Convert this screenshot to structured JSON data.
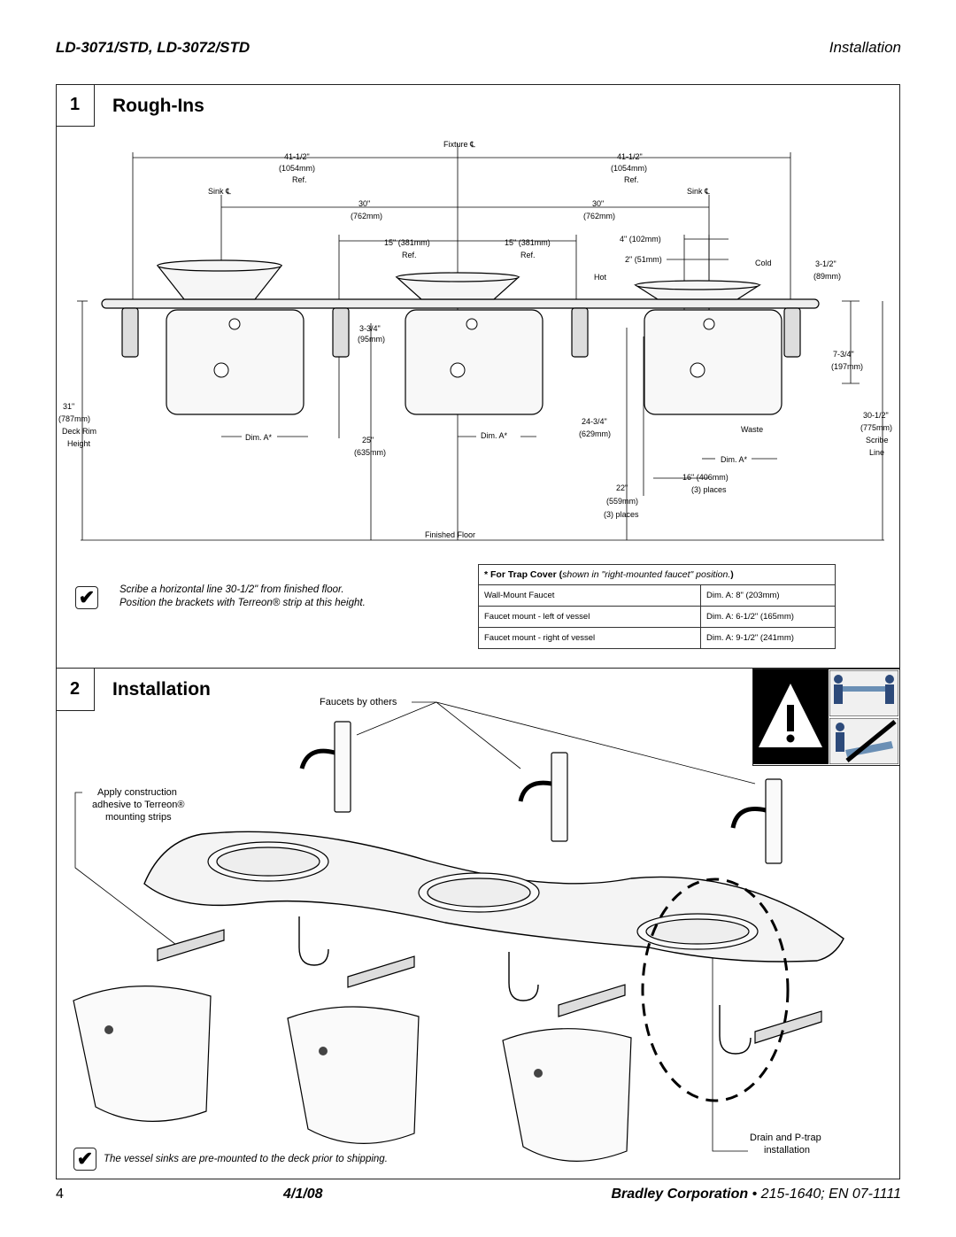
{
  "header": {
    "model": "LD-3071/STD, LD-3072/STD",
    "section": "Installation"
  },
  "section1": {
    "number": "1",
    "title": "Rough-Ins",
    "labels": {
      "fixture_cl": "Fixture ℄",
      "sink_cl_left": "Sink ℄",
      "sink_cl_right": "Sink ℄",
      "d1": "41-1/2\"",
      "d1mm": "(1054mm)",
      "d1ref": "Ref.",
      "d2": "41-1/2\"",
      "d2mm": "(1054mm)",
      "d2ref": "Ref.",
      "d3": "30\"",
      "d3mm": "(762mm)",
      "d4": "30\"",
      "d4mm": "(762mm)",
      "d5": "15\" (381mm)",
      "d5ref": "Ref.",
      "d6": "15\" (381mm)",
      "d6ref": "Ref.",
      "d7": "4\" (102mm)",
      "d8": "2\" (51mm)",
      "hot": "Hot",
      "cold": "Cold",
      "d9": "3-1/2\"",
      "d9mm": "(89mm)",
      "d10": "3-3/4\"",
      "d10mm": "(95mm)",
      "d11": "7-3/4\"",
      "d11mm": "(197mm)",
      "d12a": "31\"",
      "d12b": "(787mm)",
      "d12c": "Deck Rim",
      "d12d": "Height",
      "dimA1": "Dim. A*",
      "dimA2": "Dim. A*",
      "dimA3": "Dim. A*",
      "d13": "25\"",
      "d13mm": "(635mm)",
      "d14": "24-3/4\"",
      "d14mm": "(629mm)",
      "waste": "Waste",
      "d15": "30-1/2\"",
      "d15mm": "(775mm)",
      "d15a": "Scribe",
      "d15b": "Line",
      "d16": "16\" (406mm)",
      "d16b": "(3) places",
      "d17": "22\"",
      "d17mm": "(559mm)",
      "d17b": "(3) places",
      "floor": "Finished Floor"
    },
    "note_line1": "Scribe a horizontal line 30-1/2\" from finished floor.",
    "note_line2": "Position the brackets with  Terreon® strip at this height.",
    "trap_title_bold": "* For Trap Cover (",
    "trap_title_italic": "shown in \"right-mounted faucet\" position.",
    "trap_title_end": ")",
    "trap_rows": [
      {
        "mount": "Wall-Mount Faucet",
        "dim": "Dim. A:  8\"  (203mm)"
      },
      {
        "mount": "Faucet mount - left of vessel",
        "dim": "Dim. A:  6-1/2\"  (165mm)"
      },
      {
        "mount": "Faucet mount - right of vessel",
        "dim": "Dim. A:  9-1/2\"  (241mm)"
      }
    ]
  },
  "section2": {
    "number": "2",
    "title": "Installation",
    "faucets_label": "Faucets by others",
    "adhesive_line1": "Apply construction",
    "adhesive_line2": "adhesive to Terreon®",
    "adhesive_line3": "mounting strips",
    "drain_line1": "Drain and P-trap",
    "drain_line2": "installation",
    "note": "The vessel sinks are pre-mounted to the deck prior to shipping."
  },
  "footer": {
    "page": "4",
    "date": "4/1/08",
    "company": "Bradley Corporation",
    "doc": " • 215-1640; EN  07-1111"
  }
}
